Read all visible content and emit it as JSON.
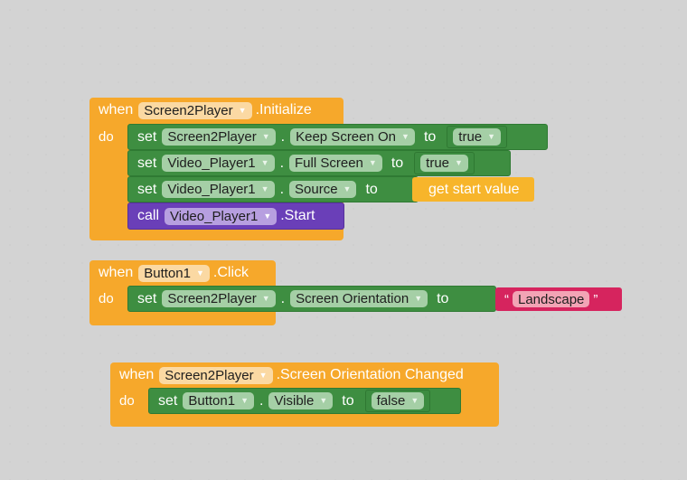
{
  "workspace": {
    "blocks": [
      {
        "event": {
          "when": "when",
          "component": "Screen2Player",
          "event_name": ".Initialize",
          "do": "do"
        },
        "statements": [
          {
            "keyword": "set",
            "component": "Screen2Player",
            "property": "Keep Screen On",
            "to": "to",
            "value": "true"
          },
          {
            "keyword": "set",
            "component": "Video_Player1",
            "property": "Full Screen",
            "to": "to",
            "value": "true"
          },
          {
            "keyword": "set",
            "component": "Video_Player1",
            "property": "Source",
            "to": "to",
            "value": "get start value"
          },
          {
            "keyword": "call",
            "component": "Video_Player1",
            "method": ".Start"
          }
        ]
      },
      {
        "event": {
          "when": "when",
          "component": "Button1",
          "event_name": ".Click",
          "do": "do"
        },
        "statements": [
          {
            "keyword": "set",
            "component": "Screen2Player",
            "property": "Screen Orientation",
            "to": "to",
            "value": "Landscape",
            "open_quote": "“",
            "close_quote": "”"
          }
        ]
      },
      {
        "event": {
          "when": "when",
          "component": "Screen2Player",
          "event_name": ".Screen Orientation Changed",
          "do": "do"
        },
        "statements": [
          {
            "keyword": "set",
            "component": "Button1",
            "property": "Visible",
            "to": "to",
            "value": "false"
          }
        ]
      }
    ],
    "dot": ".",
    "dropdown_arrow": "▼",
    "colors": {
      "event": "#f6a82b",
      "setter": "#3e8e41",
      "call": "#6a3fb8",
      "text": "#d6245e",
      "getter": "#f7b52b"
    }
  }
}
